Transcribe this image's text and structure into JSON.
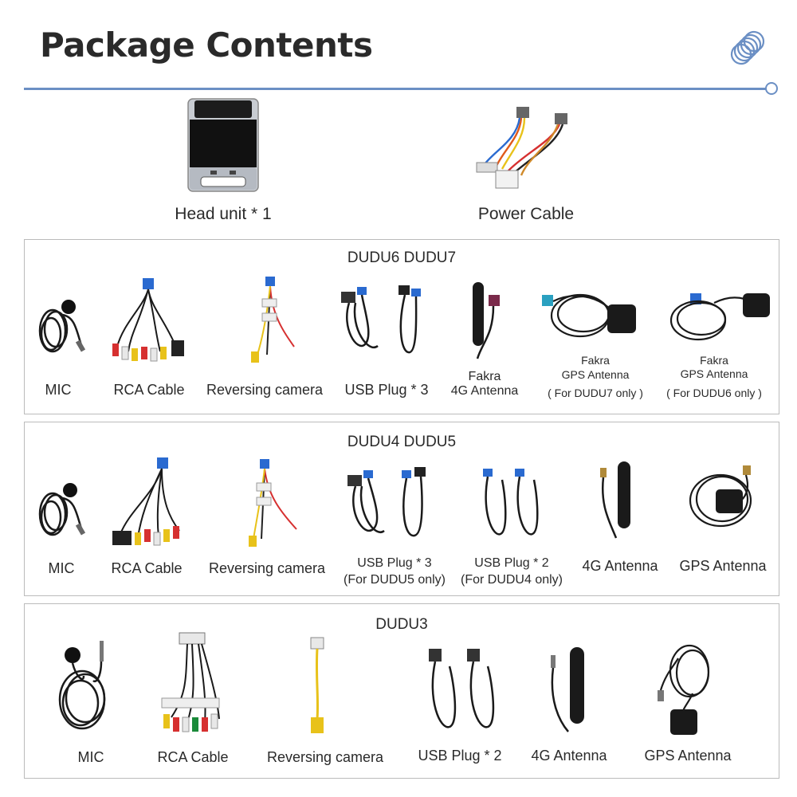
{
  "title": "Package Contents",
  "top_items": [
    {
      "label": "Head unit * 1",
      "icon": "head-unit-icon"
    },
    {
      "label": "Power Cable",
      "icon": "power-cable-icon"
    }
  ],
  "panels": [
    {
      "title": "DUDU6  DUDU7",
      "items": [
        {
          "lines": [
            "MIC"
          ]
        },
        {
          "lines": [
            "RCA Cable"
          ]
        },
        {
          "lines": [
            "Reversing camera"
          ]
        },
        {
          "lines": [
            "USB Plug * 3"
          ]
        },
        {
          "lines": [
            "Fakra",
            "4G Antenna"
          ]
        },
        {
          "lines": [
            "Fakra",
            "GPS Antenna",
            "( For DUDU7 only )"
          ]
        },
        {
          "lines": [
            "Fakra",
            "GPS Antenna",
            "( For DUDU6 only )"
          ]
        }
      ]
    },
    {
      "title": "DUDU4  DUDU5",
      "items": [
        {
          "lines": [
            "MIC"
          ]
        },
        {
          "lines": [
            "RCA Cable"
          ]
        },
        {
          "lines": [
            "Reversing camera"
          ]
        },
        {
          "lines": [
            "USB Plug * 3",
            "(For DUDU5 only)"
          ]
        },
        {
          "lines": [
            "USB Plug * 2",
            "(For DUDU4 only)"
          ]
        },
        {
          "lines": [
            "4G Antenna"
          ]
        },
        {
          "lines": [
            "GPS Antenna"
          ]
        }
      ]
    },
    {
      "title": "DUDU3",
      "items": [
        {
          "lines": [
            "MIC"
          ]
        },
        {
          "lines": [
            "RCA Cable"
          ]
        },
        {
          "lines": [
            "Reversing camera"
          ]
        },
        {
          "lines": [
            "USB Plug * 2"
          ]
        },
        {
          "lines": [
            "4G Antenna"
          ]
        },
        {
          "lines": [
            "GPS Antenna"
          ]
        }
      ]
    }
  ],
  "colors": {
    "accent": "#6b8fc4",
    "border": "#bbbbbb",
    "text": "#2a2a2a"
  }
}
